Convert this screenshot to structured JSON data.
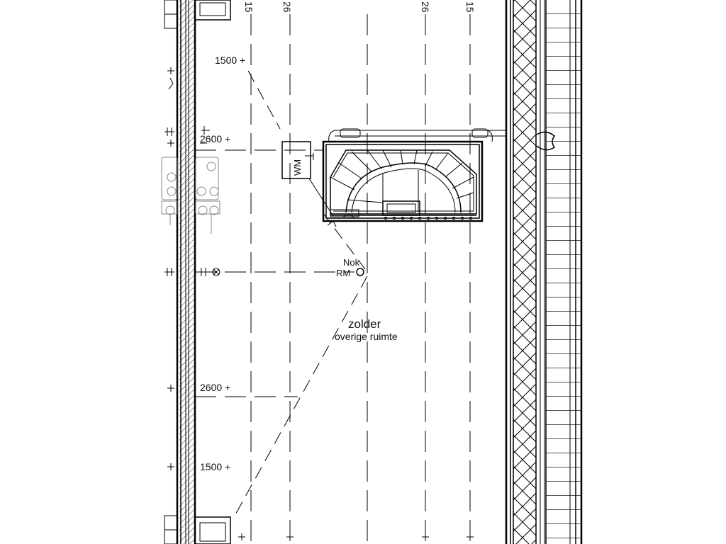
{
  "room": {
    "name": "zolder",
    "subtitle": "overige ruimte"
  },
  "dimensions": {
    "top_1500": "1500 +",
    "top_2600": "2600 +",
    "bottom_2600": "2600 +",
    "bottom_1500": "1500 +",
    "col_1": "15",
    "col_2": "26",
    "col_3": "26",
    "col_4": "15"
  },
  "labels": {
    "wm": "WM",
    "nok": "Nok",
    "rm": "RM"
  },
  "colors": {
    "line": "#000000",
    "grey_line": "#888888",
    "background": "#ffffff"
  }
}
